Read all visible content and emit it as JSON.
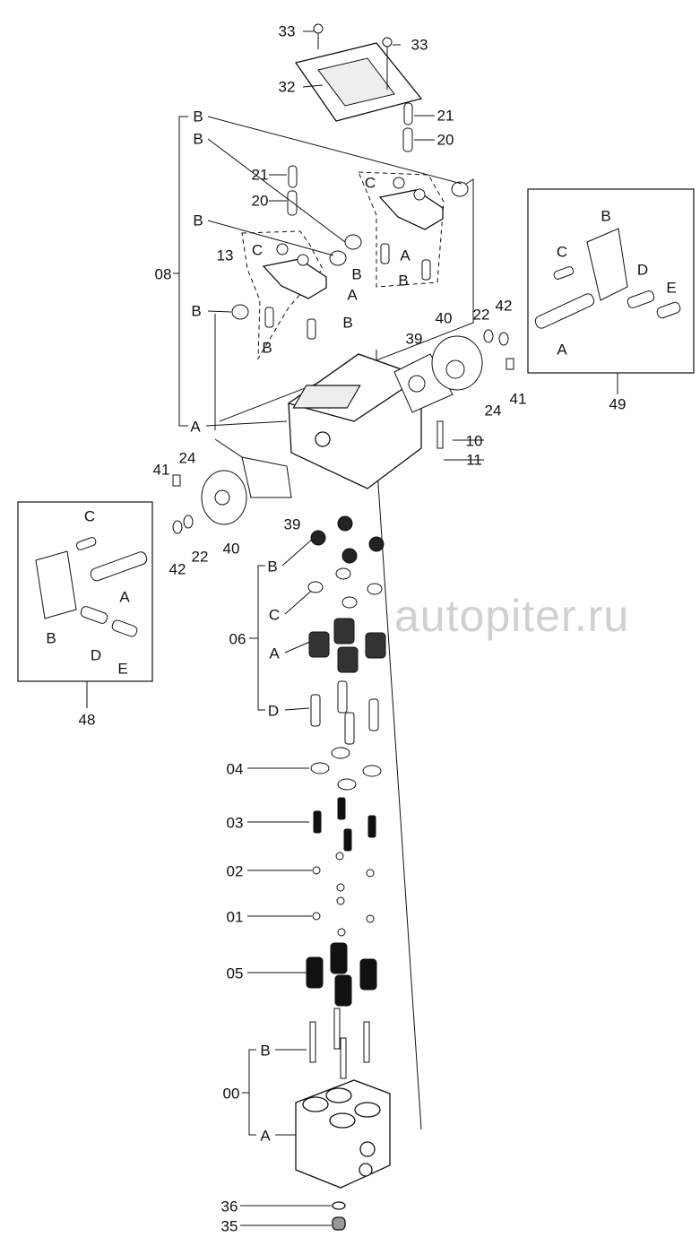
{
  "diagram": {
    "title": "Pilot valve exploded parts diagram",
    "watermark": "autopiter.ru",
    "callouts": {
      "c33a": "33",
      "c33b": "33",
      "c32": "32",
      "bTop1": "B",
      "bTop2": "B",
      "c21r": "21",
      "c20r": "20",
      "c21l": "21",
      "c20l": "20",
      "cR": "C",
      "bMid": "B",
      "cL": "C",
      "c13": "13",
      "c08": "08",
      "aR": "A",
      "bR1": "B",
      "bR2": "B",
      "aL": "A",
      "bLow": "B",
      "bL1": "B",
      "bL2": "B",
      "c42r": "42",
      "c22r": "22",
      "c40r": "40",
      "c39r": "39",
      "c24r": "24",
      "c41r": "41",
      "aBody": "A",
      "c10": "10",
      "c11": "11",
      "c41l": "41",
      "c24l": "24",
      "c39l": "39",
      "c40l": "40",
      "c42l": "42",
      "c22l": "22",
      "r49B": "B",
      "r49C": "C",
      "r49D": "D",
      "r49E": "E",
      "r49A": "A",
      "c49": "49",
      "l48C": "C",
      "l48A": "A",
      "l48B": "B",
      "l48D": "D",
      "l48E": "E",
      "c48": "48",
      "b06": "B",
      "c06C": "C",
      "c06": "06",
      "a06": "A",
      "d06": "D",
      "c04": "04",
      "c03": "03",
      "c02": "02",
      "c01": "01",
      "c05": "05",
      "b00": "B",
      "c00": "00",
      "a00": "A",
      "c36": "36",
      "c35": "35"
    }
  }
}
